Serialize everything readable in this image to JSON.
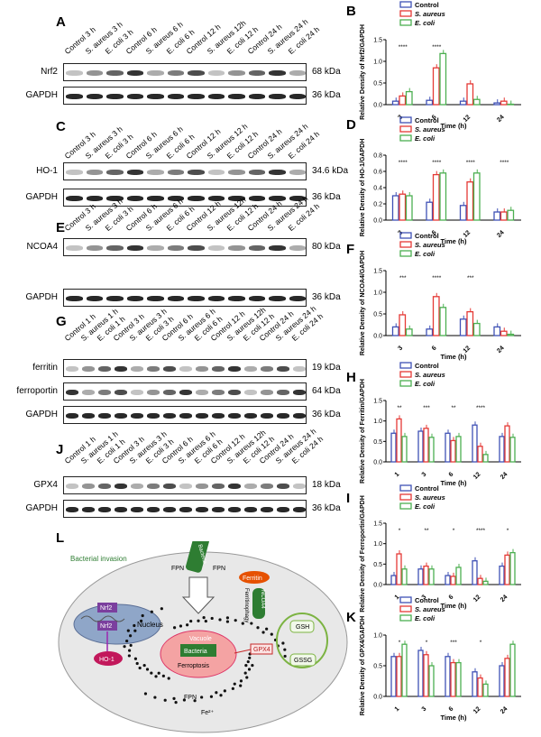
{
  "panels": {
    "A": "A",
    "B": "B",
    "C": "C",
    "D": "D",
    "E": "E",
    "F": "F",
    "G": "G",
    "H": "H",
    "I": "I",
    "J": "J",
    "K": "K",
    "L": "L"
  },
  "blots": {
    "A": {
      "lanes": [
        "Control 3 h",
        "S. aureus 3 h",
        "E. coli 3 h",
        "Control 6 h",
        "S. aureus 6 h",
        "E. coli 6 h",
        "Control 12 h",
        "S. aureus 12h",
        "E. coli 12 h",
        "Control 24 h",
        "S. aureus 24 h",
        "E. coli 24 h"
      ],
      "rows": [
        {
          "label": "Nrf2",
          "kda": "68 kDa"
        },
        {
          "label": "GAPDH",
          "kda": "36 kDa"
        }
      ]
    },
    "C": {
      "lanes": [
        "Control 3 h",
        "S. aureus 3 h",
        "E. coli 3 h",
        "Control 6 h",
        "S. aureus 6 h",
        "E. coli 6 h",
        "Control 12 h",
        "S. aureus 12 h",
        "E. coli 12 h",
        "Control 24 h",
        "S. aureus 24 h",
        "E. coli 24 h"
      ],
      "rows": [
        {
          "label": "HO-1",
          "kda": "34.6 kDa"
        },
        {
          "label": "GAPDH",
          "kda": "36 kDa"
        }
      ]
    },
    "E": {
      "lanes": [
        "Control 3 h",
        "S. aureus 3 h",
        "E. coli 3 h",
        "Control 6 h",
        "S. aureus 6 h",
        "E. coli 6 h",
        "Control 12 h",
        "S. aureus 12h",
        "E. coli 12 h",
        "Control 24 h",
        "S. aureus 24 h",
        "E. coli 24 h"
      ],
      "rows": [
        {
          "label": "NCOA4",
          "kda": "80 kDa"
        },
        {
          "label": "GAPDH",
          "kda": "36 kDa"
        }
      ]
    },
    "G": {
      "lanes": [
        "Control 1 h",
        "S. aureus 1 h",
        "E. coli 1 h",
        "Control 3 h",
        "S. aureus 3 h",
        "E. coli 3 h",
        "Control 6 h",
        "S. aureus 6 h",
        "E. coli 6 h",
        "Control 12 h",
        "S. aureus 12h",
        "E. coli 12 h",
        "Control 24 h",
        "S. aureus 24 h",
        "E. coli 24 h"
      ],
      "rows": [
        {
          "label": "ferritin",
          "kda": "19 kDa"
        },
        {
          "label": "ferroportin",
          "kda": "64 kDa"
        },
        {
          "label": "GAPDH",
          "kda": "36 kDa"
        }
      ]
    },
    "J": {
      "lanes": [
        "Control 1 h",
        "S. aureus 1 h",
        "E. coli 1 h",
        "Control 3 h",
        "S. aureus 3 h",
        "E. coli 3 h",
        "Control 6 h",
        "S. aureus 6 h",
        "E. coli 6 h",
        "Control 12 h",
        "S. aureus 12h",
        "E. coli 12 h",
        "Control 24 h",
        "S. aureus 24 h",
        "E. coli 24 h"
      ],
      "rows": [
        {
          "label": "GPX4",
          "kda": "18 kDa"
        },
        {
          "label": "GAPDH",
          "kda": "36 kDa"
        }
      ]
    }
  },
  "legend": {
    "control": "Control",
    "saureus": "S. aureus",
    "ecoli": "E. coli"
  },
  "colors": {
    "control": "#3f51b5",
    "saureus": "#e53935",
    "ecoli": "#4caf50"
  },
  "chart_data": [
    {
      "panel": "B",
      "type": "bar",
      "categories": [
        "3",
        "6",
        "12",
        "24"
      ],
      "ylabel": "Relative Density of Nrf2/GAPDH",
      "xlabel": "Time (h)",
      "ylim": [
        0,
        1.5
      ],
      "yticks": [
        "0.0",
        "0.5",
        "1.0",
        "1.5"
      ],
      "series": [
        {
          "name": "Control",
          "values": [
            0.08,
            0.1,
            0.08,
            0.04
          ]
        },
        {
          "name": "S. aureus",
          "values": [
            0.2,
            0.85,
            0.48,
            0.08
          ]
        },
        {
          "name": "E. coli",
          "values": [
            0.3,
            1.18,
            0.12,
            0.01
          ]
        }
      ],
      "annotations": [
        "****",
        "****"
      ]
    },
    {
      "panel": "D",
      "type": "bar",
      "categories": [
        "3",
        "6",
        "12",
        "24"
      ],
      "ylabel": "Relative Density of HO-1/GAPDH",
      "xlabel": "Time (h)",
      "ylim": [
        0,
        0.8
      ],
      "yticks": [
        "0.0",
        "0.2",
        "0.4",
        "0.6",
        "0.8"
      ],
      "series": [
        {
          "name": "Control",
          "values": [
            0.3,
            0.22,
            0.18,
            0.1
          ]
        },
        {
          "name": "S. aureus",
          "values": [
            0.32,
            0.56,
            0.47,
            0.1
          ]
        },
        {
          "name": "E. coli",
          "values": [
            0.3,
            0.58,
            0.58,
            0.12
          ]
        }
      ],
      "annotations": [
        "****",
        "****",
        "****",
        "****"
      ]
    },
    {
      "panel": "F",
      "type": "bar",
      "categories": [
        "3",
        "6",
        "12",
        "24"
      ],
      "ylabel": "Relative Density of NCOA4/GAPDH",
      "xlabel": "Time (h)",
      "ylim": [
        0,
        1.5
      ],
      "yticks": [
        "0.0",
        "0.5",
        "1.0",
        "1.5"
      ],
      "series": [
        {
          "name": "Control",
          "values": [
            0.2,
            0.15,
            0.38,
            0.2
          ]
        },
        {
          "name": "S. aureus",
          "values": [
            0.48,
            0.9,
            0.55,
            0.1
          ]
        },
        {
          "name": "E. coli",
          "values": [
            0.15,
            0.65,
            0.28,
            0.03
          ]
        }
      ],
      "annotations": [
        "***",
        "****",
        "***"
      ]
    },
    {
      "panel": "H",
      "type": "bar",
      "categories": [
        "1",
        "3",
        "6",
        "12",
        "24"
      ],
      "ylabel": "Relative Density of Ferritin/GAPDH",
      "xlabel": "Time (h)",
      "ylim": [
        0,
        1.5
      ],
      "yticks": [
        "0.0",
        "0.5",
        "1.0",
        "1.5"
      ],
      "series": [
        {
          "name": "Control",
          "values": [
            0.7,
            0.75,
            0.7,
            0.9,
            0.62
          ]
        },
        {
          "name": "S. aureus",
          "values": [
            1.05,
            0.82,
            0.52,
            0.38,
            0.88
          ]
        },
        {
          "name": "E. coli",
          "values": [
            0.62,
            0.6,
            0.62,
            0.18,
            0.6
          ]
        }
      ],
      "annotations": [
        "**",
        "***",
        "**",
        "****"
      ]
    },
    {
      "panel": "I",
      "type": "bar",
      "categories": [
        "1",
        "3",
        "6",
        "12",
        "24"
      ],
      "ylabel": "Relative Density of Ferroportin/GAPDH",
      "xlabel": "Time (h)",
      "ylim": [
        0,
        1.5
      ],
      "yticks": [
        "0.0",
        "0.5",
        "1.0",
        "1.5"
      ],
      "series": [
        {
          "name": "Control",
          "values": [
            0.22,
            0.38,
            0.22,
            0.58,
            0.45
          ]
        },
        {
          "name": "S. aureus",
          "values": [
            0.75,
            0.45,
            0.2,
            0.15,
            0.72
          ]
        },
        {
          "name": "E. coli",
          "values": [
            0.38,
            0.38,
            0.42,
            0.08,
            0.78
          ]
        }
      ],
      "annotations": [
        "*",
        "**",
        "*",
        "****",
        "*"
      ]
    },
    {
      "panel": "K",
      "type": "bar",
      "categories": [
        "1",
        "3",
        "6",
        "12",
        "24"
      ],
      "ylabel": "Relative Density of GPX4/GAPDH",
      "xlabel": "Time (h)",
      "ylim": [
        0,
        1.0
      ],
      "yticks": [
        "0.0",
        "0.5",
        "1.0"
      ],
      "series": [
        {
          "name": "Control",
          "values": [
            0.65,
            0.75,
            0.65,
            0.4,
            0.5
          ]
        },
        {
          "name": "S. aureus",
          "values": [
            0.65,
            0.68,
            0.55,
            0.3,
            0.62
          ]
        },
        {
          "name": "E. coli",
          "values": [
            0.85,
            0.5,
            0.55,
            0.2,
            0.85
          ]
        }
      ],
      "annotations": [
        "*",
        "*",
        "***",
        "*"
      ]
    }
  ],
  "diagram": {
    "title": "Bacterial invasion",
    "labels": {
      "nrf2a": "Nrf2",
      "nrf2b": "Nrf2",
      "nucleus": "Nucleus",
      "ho1": "HO-1",
      "fpn1": "FPN",
      "fpn2": "FPN",
      "fpn3": "FPN",
      "bacteria1": "Bacteria",
      "bacteria2": "Bacteria",
      "ferritin": "Ferritin",
      "ferritinophagy": "Ferritinophagy",
      "ncoa4": "NCOA4",
      "vacuole": "Vacuole",
      "ferroptosis": "Ferroptosis",
      "gpx4": "GPX4",
      "gsh": "GSH",
      "gssg": "GSSG",
      "fe": "Fe²⁺"
    }
  }
}
